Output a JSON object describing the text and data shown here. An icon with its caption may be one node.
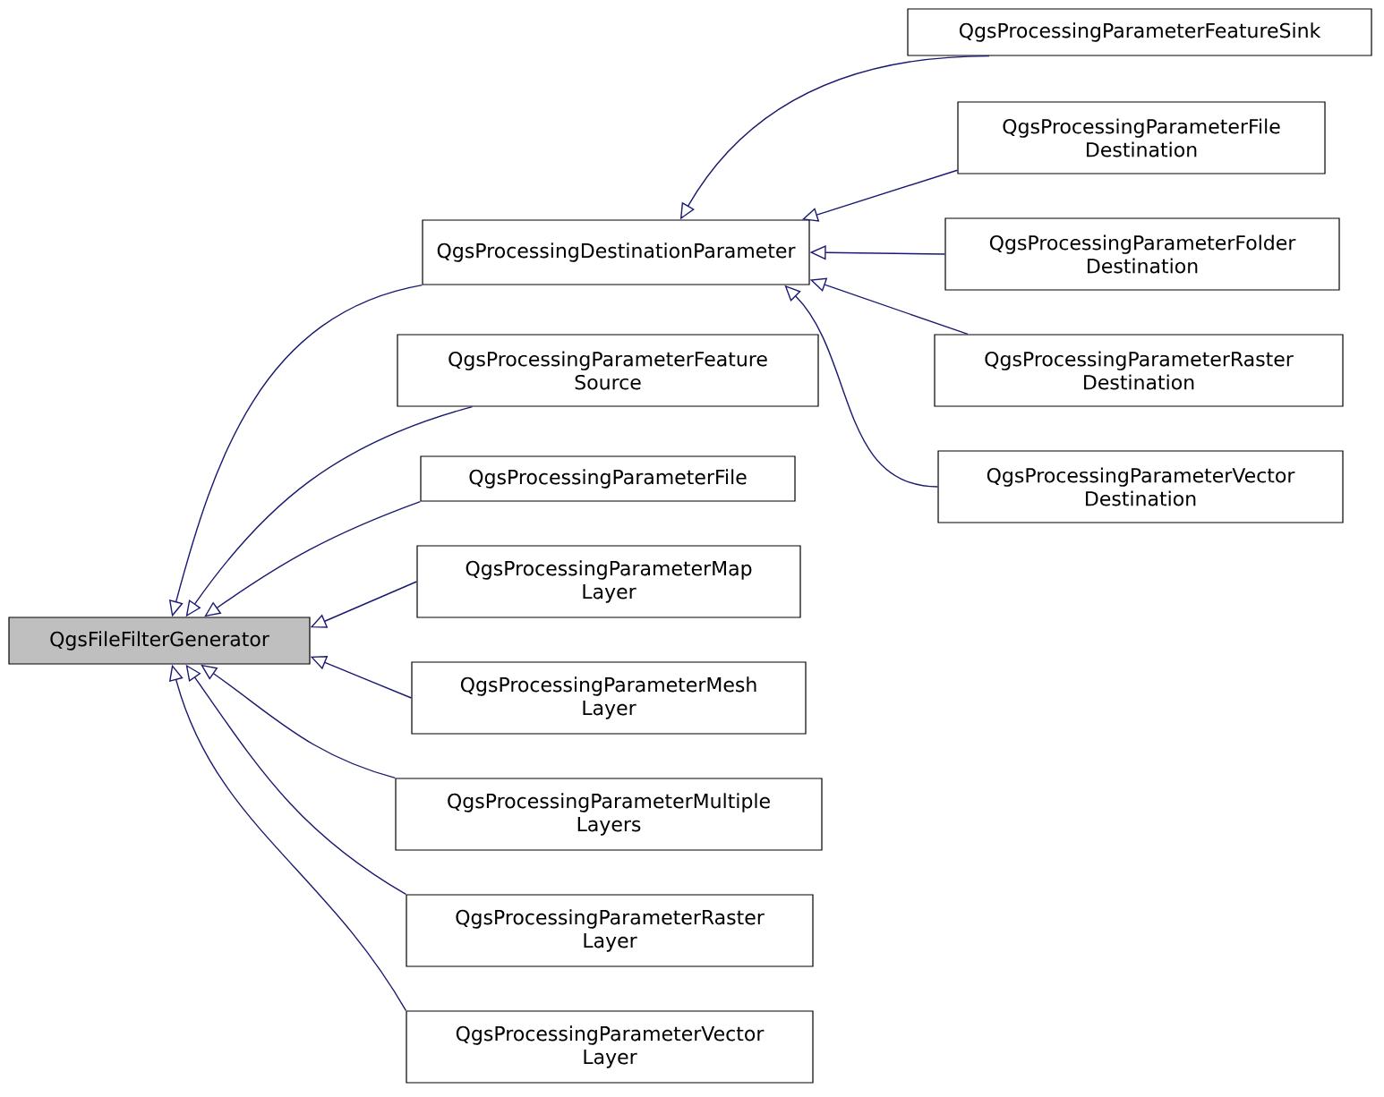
{
  "diagram": {
    "nodes": [
      {
        "text": [
          "QgsFileFilterGenerator"
        ]
      },
      {
        "text": [
          "QgsProcessingDestinationParameter"
        ]
      },
      {
        "text": [
          "QgsProcessingParameterFeatureSink"
        ]
      },
      {
        "text": [
          "QgsProcessingParameterFile Destination"
        ]
      },
      {
        "text": [
          "QgsProcessingParameterFolder Destination"
        ]
      },
      {
        "text": [
          "QgsProcessingParameterRaster Destination"
        ]
      },
      {
        "text": [
          "QgsProcessingParameterVector Destination"
        ]
      },
      {
        "text": [
          "QgsProcessingParameterFeature Source"
        ]
      },
      {
        "text": [
          "QgsProcessingParameterFile"
        ]
      },
      {
        "text": [
          "QgsProcessingParameterMap Layer"
        ]
      },
      {
        "text": [
          "QgsProcessingParameterMesh Layer"
        ]
      },
      {
        "text": [
          "QgsProcessingParameterMultiple Layers"
        ]
      },
      {
        "text": [
          "QgsProcessingParameterRaster Layer"
        ]
      },
      {
        "text": [
          "QgsProcessingParameterVector Layer"
        ]
      }
    ],
    "edges": [
      {
        "from": 1,
        "to": 0,
        "arrow": "to",
        "color": "#191970"
      },
      {
        "from": 7,
        "to": 0,
        "arrow": "to",
        "color": "#191970"
      },
      {
        "from": 8,
        "to": 0,
        "arrow": "to",
        "color": "#191970"
      },
      {
        "from": 9,
        "to": 0,
        "arrow": "to",
        "color": "#191970"
      },
      {
        "from": 10,
        "to": 0,
        "arrow": "to",
        "color": "#191970"
      },
      {
        "from": 11,
        "to": 0,
        "arrow": "to",
        "color": "#191970"
      },
      {
        "from": 12,
        "to": 0,
        "arrow": "to",
        "color": "#191970"
      },
      {
        "from": 13,
        "to": 0,
        "arrow": "to",
        "color": "#191970"
      },
      {
        "from": 2,
        "to": 1,
        "arrow": "to",
        "color": "#191970"
      },
      {
        "from": 3,
        "to": 1,
        "arrow": "to",
        "color": "#191970"
      },
      {
        "from": 4,
        "to": 1,
        "arrow": "to",
        "color": "#191970"
      },
      {
        "from": 5,
        "to": 1,
        "arrow": "to",
        "color": "#191970"
      },
      {
        "from": 6,
        "to": 1,
        "arrow": "to",
        "color": "#191970"
      }
    ]
  }
}
